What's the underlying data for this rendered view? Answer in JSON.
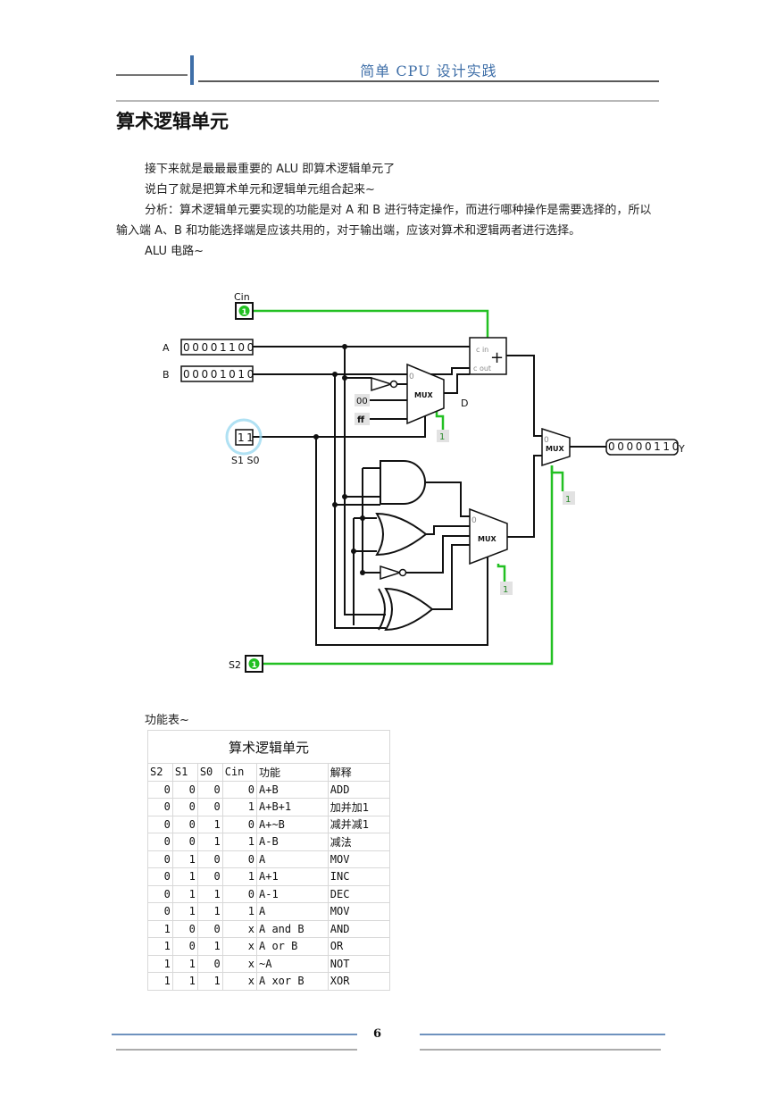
{
  "header": {
    "title": "简单 CPU 设计实践"
  },
  "section": {
    "title": "算术逻辑单元"
  },
  "paragraphs": [
    "接下来就是最最最重要的 ALU 即算术逻辑单元了",
    "说白了就是把算术单元和逻辑单元组合起来~",
    "分析：算术逻辑单元要实现的功能是对 A 和 B 进行特定操作，而进行哪种操作是需要选择的，所以输入端 A、B 和功能选择端是应该共用的，对于输出端，应该对算术和逻辑两者进行选择。",
    "ALU 电路~"
  ],
  "circuit": {
    "cin_label": "Cin",
    "cin_value": "1",
    "a_label": "A",
    "a_value": "00001100",
    "b_label": "B",
    "b_value": "00001010",
    "s_value": "11",
    "s_label": "S1 S0",
    "s2_label": "S2",
    "s2_value": "1",
    "adder_cin": "c in",
    "adder_cout": "c out",
    "adder_symbol": "+",
    "mux_label": "MUX",
    "mux_zero": "0",
    "const_00": "00",
    "const_ff": "ff",
    "d_label": "D",
    "probe_value": "1",
    "y_value": "00000110",
    "y_label": "Y"
  },
  "table_caption": "功能表~",
  "table": {
    "title": "算术逻辑单元",
    "headers": [
      "S2",
      "S1",
      "S0",
      "Cin",
      "功能",
      "解释"
    ],
    "rows": [
      [
        "0",
        "0",
        "0",
        "0",
        "A+B",
        "ADD"
      ],
      [
        "0",
        "0",
        "0",
        "1",
        "A+B+1",
        "加并加1"
      ],
      [
        "0",
        "0",
        "1",
        "0",
        "A+~B",
        "减并减1"
      ],
      [
        "0",
        "0",
        "1",
        "1",
        "A-B",
        "减法"
      ],
      [
        "0",
        "1",
        "0",
        "0",
        "A",
        "MOV"
      ],
      [
        "0",
        "1",
        "0",
        "1",
        "A+1",
        "INC"
      ],
      [
        "0",
        "1",
        "1",
        "0",
        "A-1",
        "DEC"
      ],
      [
        "0",
        "1",
        "1",
        "1",
        "A",
        "MOV"
      ],
      [
        "1",
        "0",
        "0",
        "x",
        "A and B",
        "AND"
      ],
      [
        "1",
        "0",
        "1",
        "x",
        "A or B",
        "OR"
      ],
      [
        "1",
        "1",
        "0",
        "x",
        "~A",
        "NOT"
      ],
      [
        "1",
        "1",
        "1",
        "x",
        "A xor B",
        "XOR"
      ]
    ]
  },
  "footer": {
    "page_number": "6"
  },
  "colors": {
    "header_accent": "#3f6fa8",
    "wire_on": "#22c022",
    "wire_off": "#111111"
  }
}
